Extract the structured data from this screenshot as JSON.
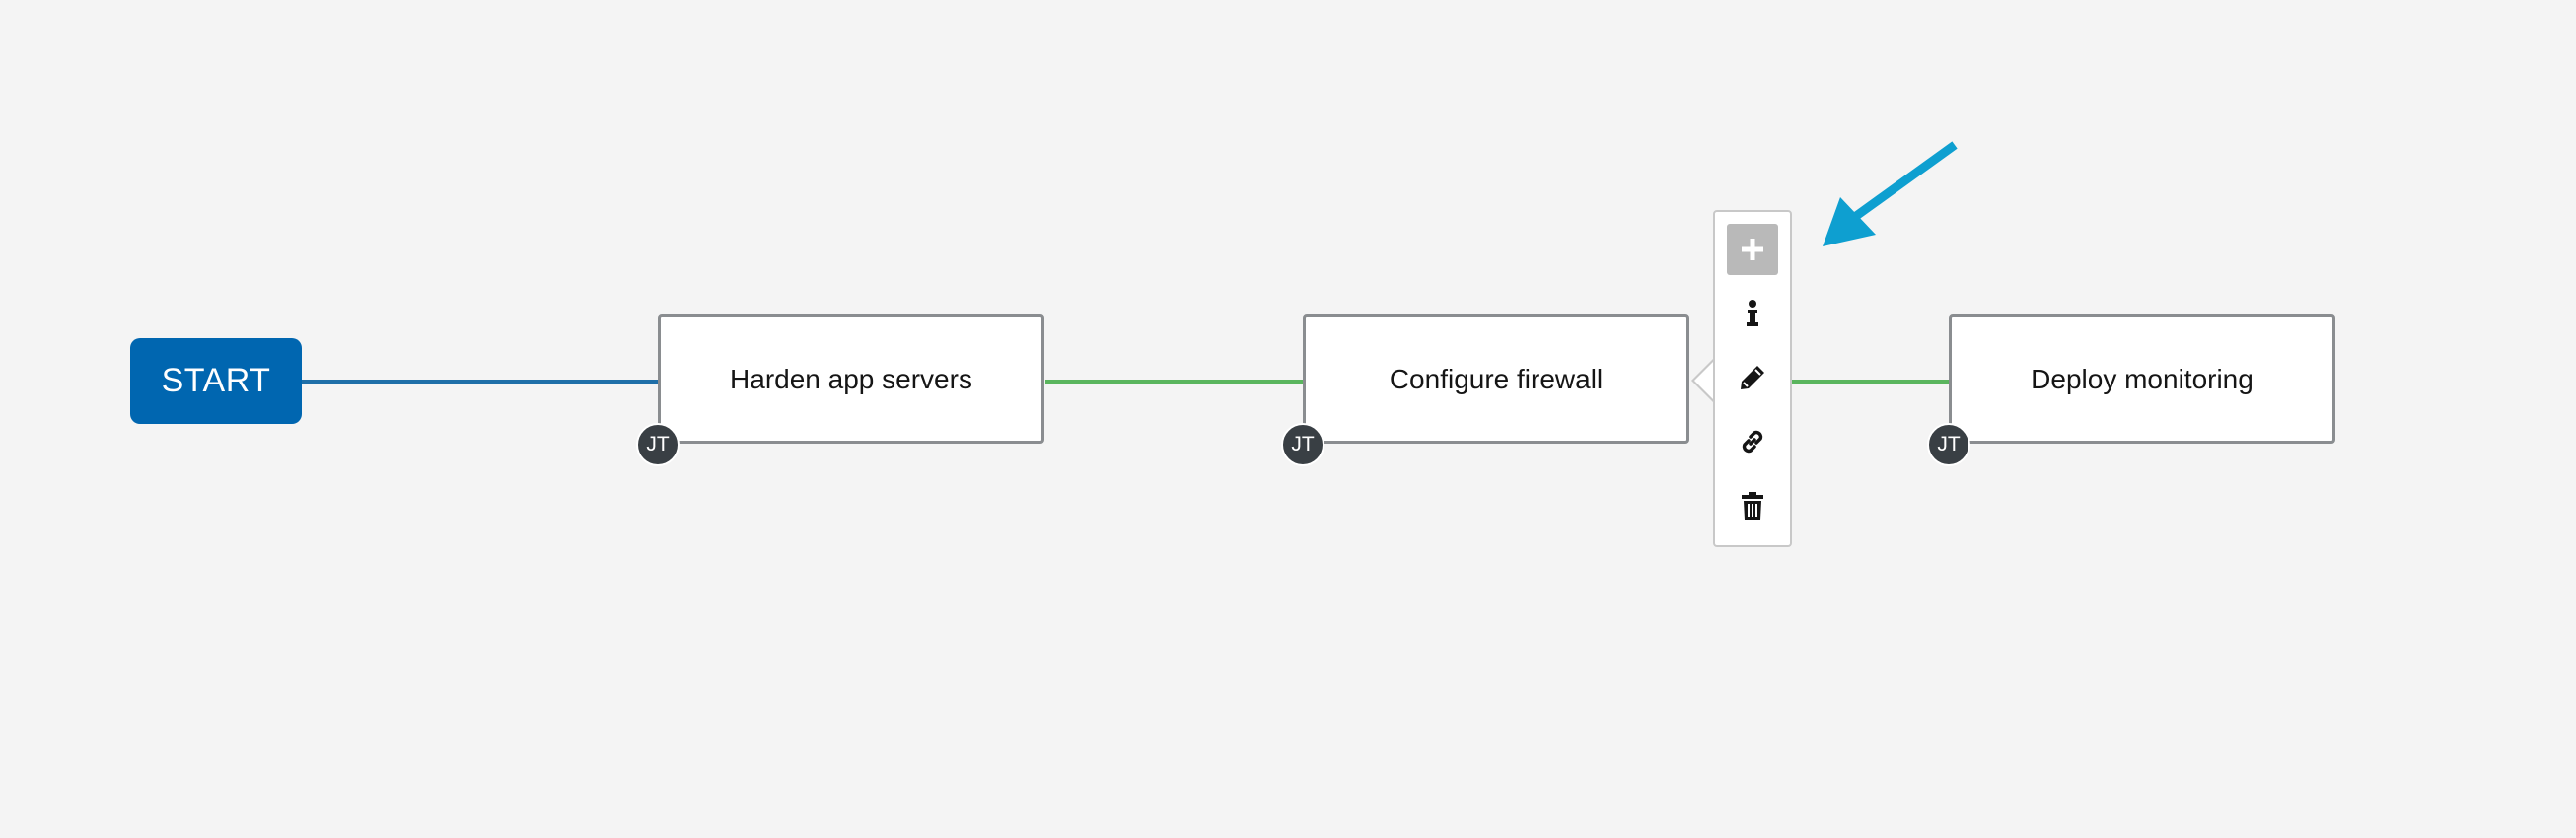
{
  "workflow": {
    "start_label": "START",
    "nodes": [
      {
        "label": "Harden app servers",
        "badge": "JT"
      },
      {
        "label": "Configure firewall",
        "badge": "JT"
      },
      {
        "label": "Deploy monitoring",
        "badge": "JT"
      }
    ],
    "colors": {
      "start": "#0066b0",
      "start_link": "#1f6fa8",
      "success_link": "#5ab55e",
      "annotation_arrow": "#0e9fd0"
    }
  },
  "node_toolbar": {
    "buttons": [
      {
        "icon": "plus-icon",
        "active": true
      },
      {
        "icon": "info-icon",
        "active": false
      },
      {
        "icon": "pencil-icon",
        "active": false
      },
      {
        "icon": "link-icon",
        "active": false
      },
      {
        "icon": "trash-icon",
        "active": false
      }
    ]
  }
}
